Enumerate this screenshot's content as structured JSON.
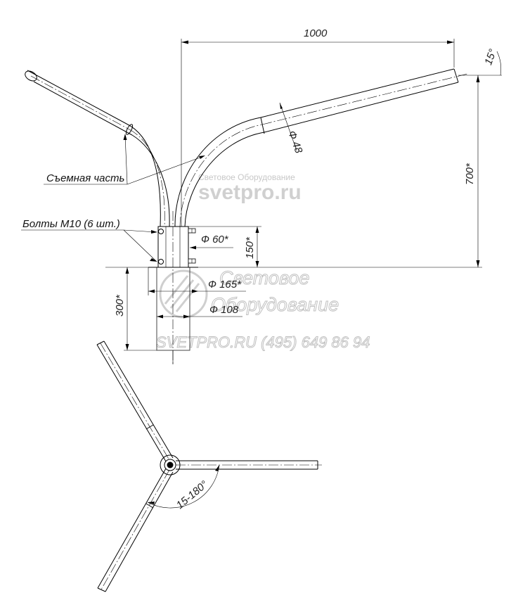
{
  "dimensions": {
    "width_1000": "1000",
    "angle_15": "15°",
    "height_700": "700*",
    "pipe_48": "Ф 48",
    "sleeve_60": "Ф 60*",
    "height_150": "150*",
    "base_165": "Ф 165*",
    "base_108": "Ф 108",
    "depth_300": "300*",
    "plan_angle": "15-180°"
  },
  "labels": {
    "removable_part": "Съемная часть",
    "bolts": "Болты М10 (6 шт.)"
  },
  "watermarks": {
    "top_small": "Световое Оборудование",
    "top_big": "svetpro.ru",
    "logo_line1": "Световое",
    "logo_line2": "Оборудование",
    "logo_line3": "SVETPRO.RU   (495) 649 86 94"
  }
}
